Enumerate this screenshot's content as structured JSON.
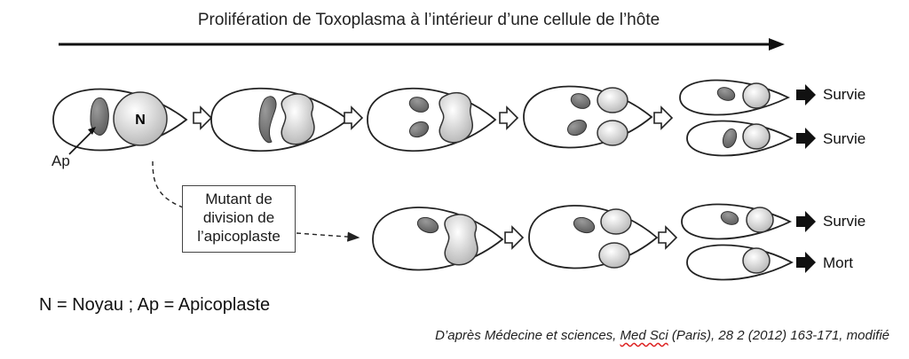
{
  "title": "Prolifération de Toxoplasma à l’intérieur d’une cellule de l’hôte",
  "labels": {
    "nucleus": "N",
    "apicoplast": "Ap"
  },
  "mutant_box": {
    "line1": "Mutant de",
    "line2": "division de",
    "line3": "l’apicoplaste"
  },
  "outcomes": {
    "top1": "Survie",
    "top2": "Survie",
    "bottom1": "Survie",
    "bottom2": "Mort"
  },
  "legend": "N = Noyau ; Ap = Apicoplaste",
  "source": {
    "before": "D’après Médecine et sciences, ",
    "underlined": "Med Sci",
    "after": " (Paris), 28 2 (2012) 163-171, modifié"
  }
}
